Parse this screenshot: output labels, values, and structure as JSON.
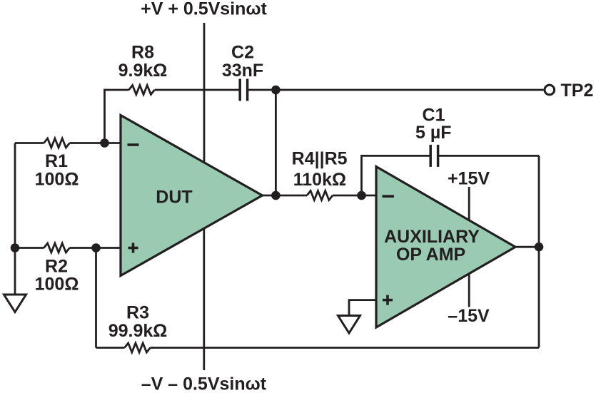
{
  "diagram": {
    "type": "circuit-schematic",
    "colors": {
      "ink": "#231F20",
      "opamp_fill": "#9ACBB2"
    },
    "rails": {
      "top": "+V + 0.5Vsinωt",
      "bottom": "–V – 0.5Vsinωt"
    },
    "components": {
      "r1": {
        "name": "R1",
        "value": "100Ω"
      },
      "r2": {
        "name": "R2",
        "value": "100Ω"
      },
      "r3": {
        "name": "R3",
        "value": "99.9kΩ"
      },
      "r8": {
        "name": "R8",
        "value": "9.9kΩ"
      },
      "r4r5": {
        "name": "R4||R5",
        "value": "110kΩ"
      },
      "c1": {
        "name": "C1",
        "value": "5 µF"
      },
      "c2": {
        "name": "C2",
        "value": "33nF"
      },
      "dut": {
        "label": "DUT"
      },
      "aux": {
        "label_line1": "AUXILIARY",
        "label_line2": "OP AMP"
      },
      "supply": {
        "positive": "+15V",
        "negative": "–15V"
      },
      "testpoint": {
        "label": "TP2"
      }
    }
  }
}
